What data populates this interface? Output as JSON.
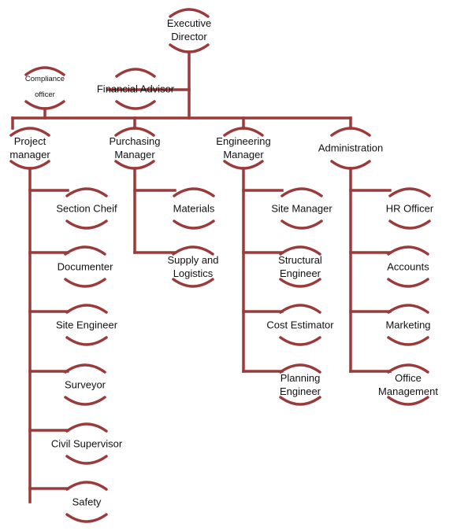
{
  "colors": {
    "line": "#9b3a3a",
    "text": "#111111",
    "background": "#ffffff"
  },
  "nodes": {
    "executive": {
      "label": "Executive\nDirector"
    },
    "compliance": {
      "label": "Compliance\nofficer"
    },
    "financial": {
      "label": "Financial Advisor"
    },
    "project": {
      "label": "Project\nmanager"
    },
    "purchasing": {
      "label": "Purchasing\nManager"
    },
    "engineering": {
      "label": "Engineering\nManager"
    },
    "administration": {
      "label": "Administration"
    },
    "section_chief": {
      "label": "Section Cheif"
    },
    "documenter": {
      "label": "Documenter"
    },
    "site_engineer": {
      "label": "Site Engineer"
    },
    "surveyor": {
      "label": "Surveyor"
    },
    "civil_supervisor": {
      "label": "Civil Supervisor"
    },
    "safety": {
      "label": "Safety"
    },
    "materials": {
      "label": "Materials"
    },
    "supply": {
      "label": "Supply and\nLogistics"
    },
    "site_manager": {
      "label": "Site Manager"
    },
    "structural": {
      "label": "Structural\nEngineer"
    },
    "cost_estimator": {
      "label": "Cost Estimator"
    },
    "planning": {
      "label": "Planning\nEngineer"
    },
    "hr": {
      "label": "HR Officer"
    },
    "accounts": {
      "label": "Accounts"
    },
    "marketing": {
      "label": "Marketing"
    },
    "office": {
      "label": "Office\nManagement"
    }
  }
}
